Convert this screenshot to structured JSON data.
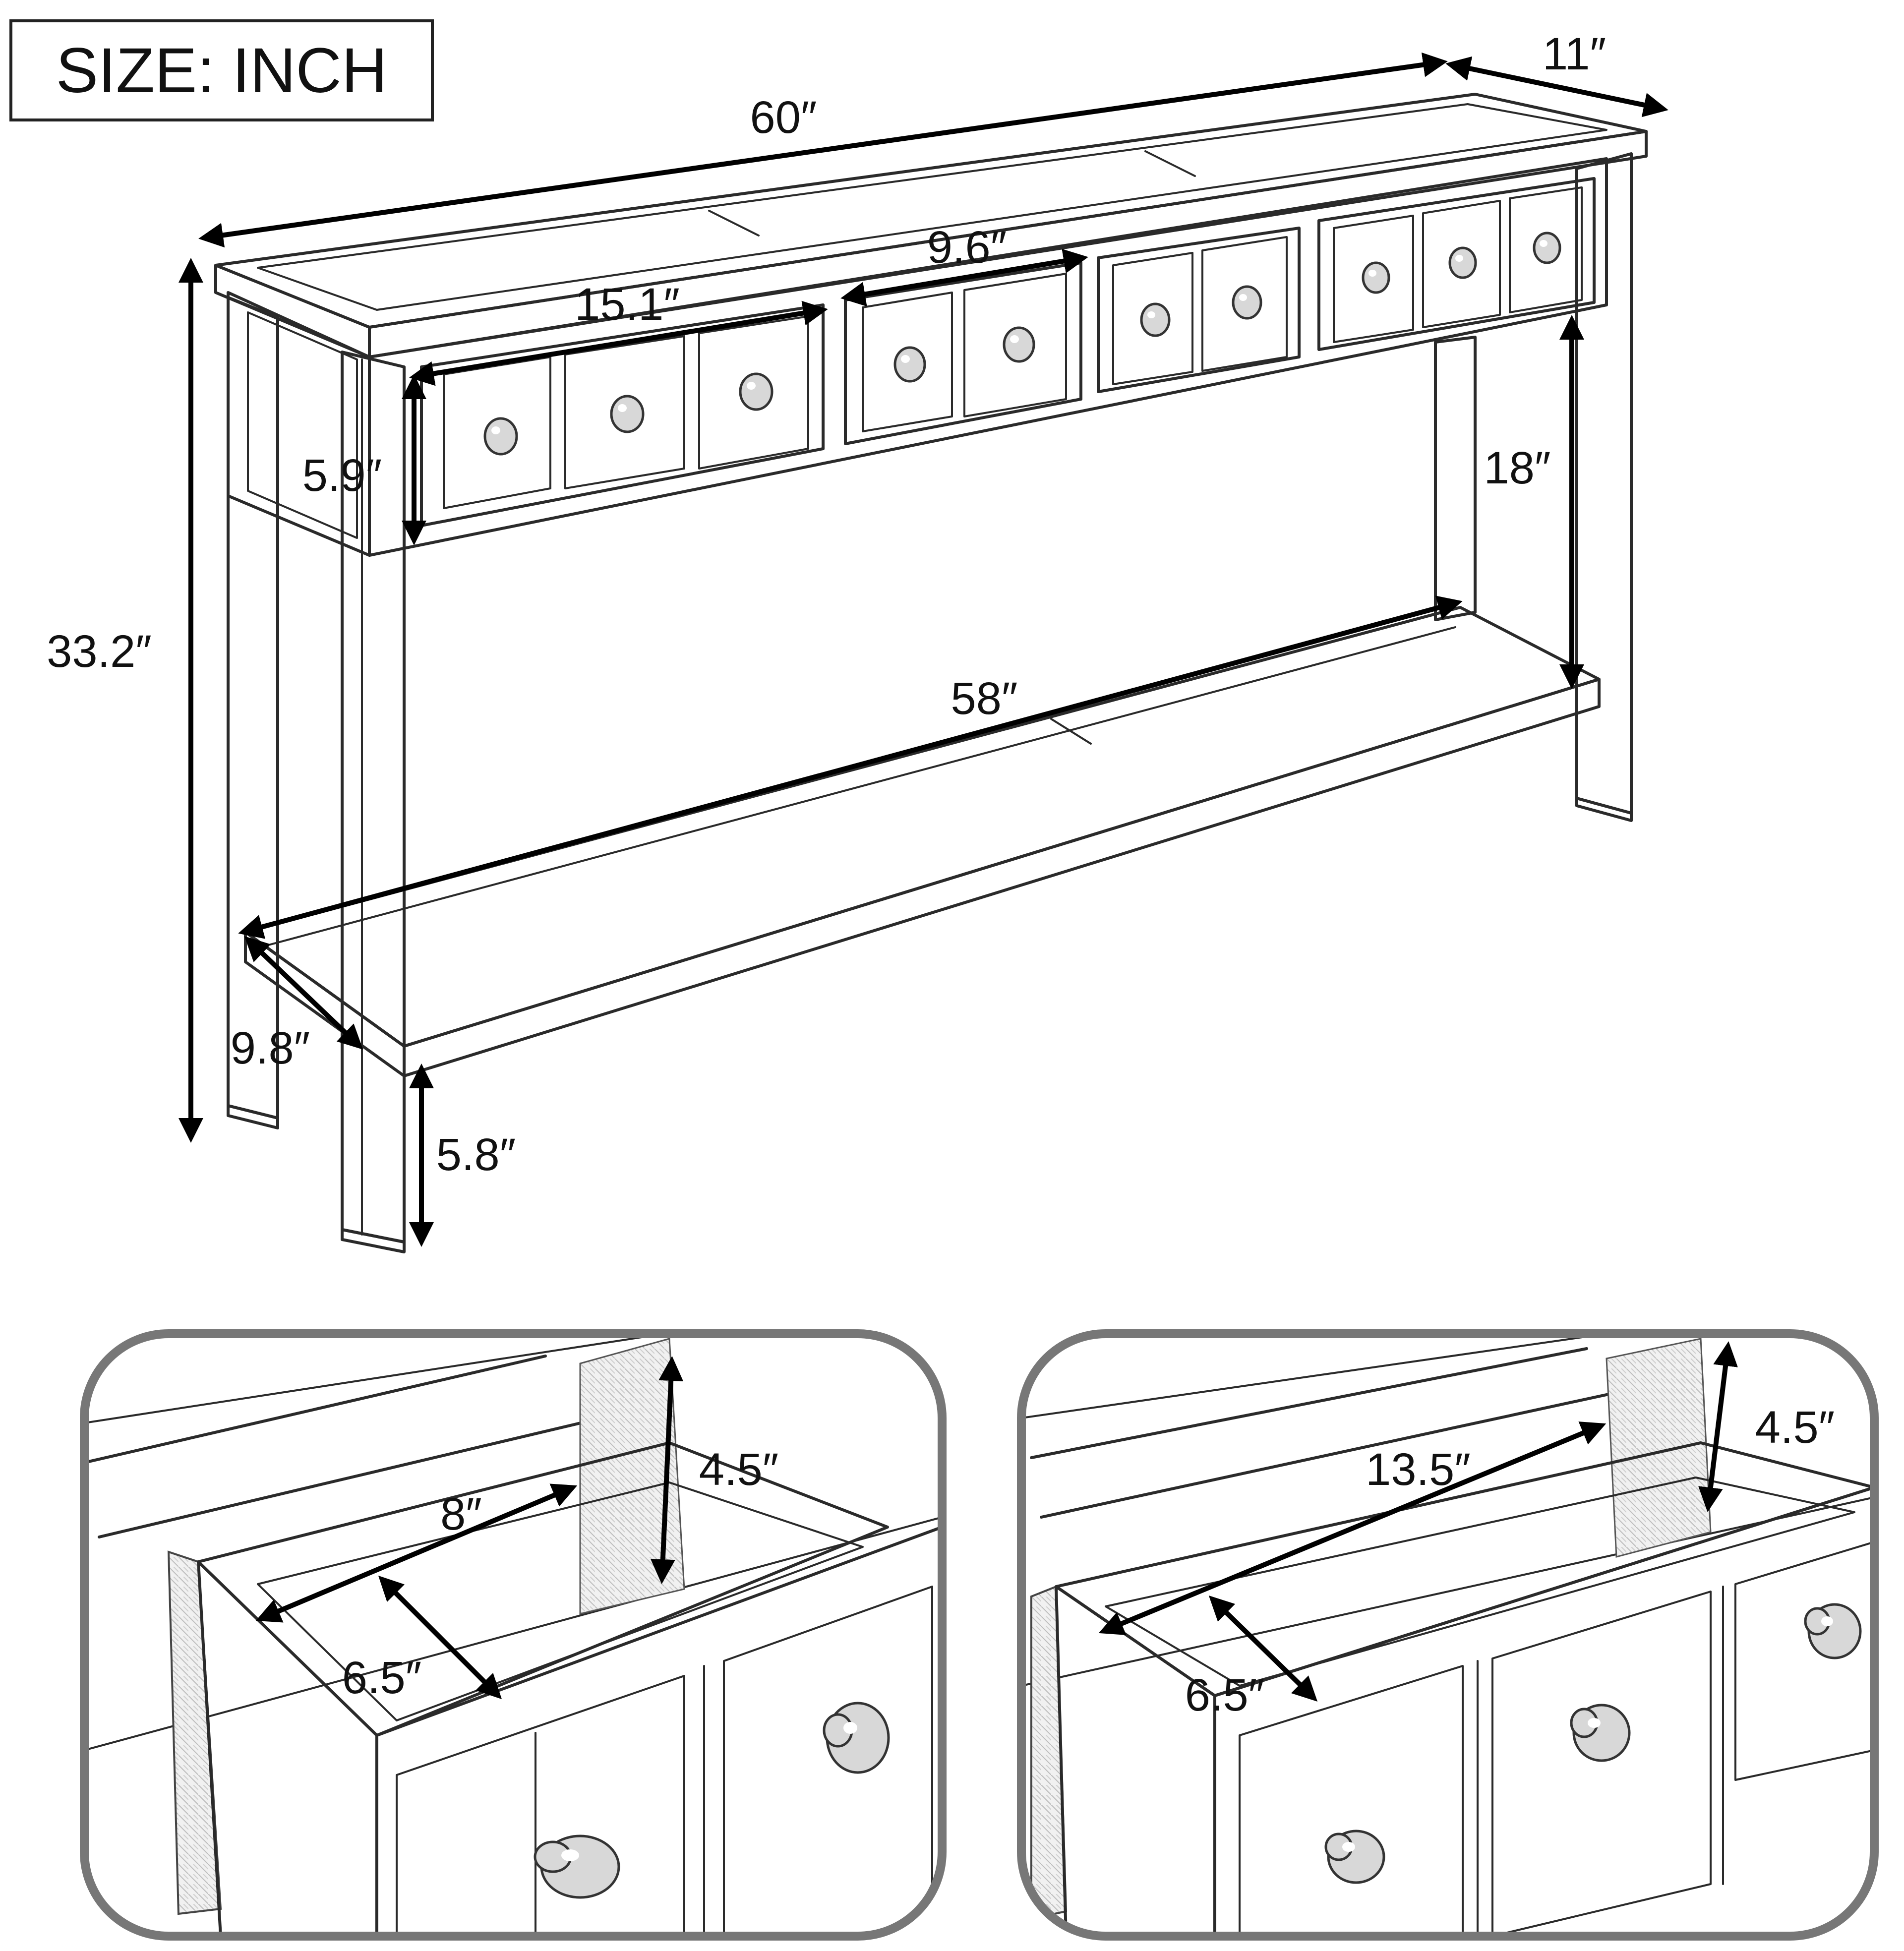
{
  "size_label": "SIZE: INCH",
  "dimensions": {
    "overall_length": "60″",
    "overall_depth": "11″",
    "overall_height": "33.2″",
    "large_drawer_width": "15.1″",
    "small_drawer_width": "9.6″",
    "drawer_height": "5.9″",
    "shelf_clearance": "18″",
    "shelf_length": "58″",
    "shelf_depth": "9.8″",
    "leg_clearance": "5.8″"
  },
  "detail_left": {
    "drawer_inner_width": "8″",
    "drawer_inner_height": "4.5″",
    "drawer_inner_depth": "6.5″"
  },
  "detail_right": {
    "drawer_inner_width": "13.5″",
    "drawer_inner_height": "4.5″",
    "drawer_inner_depth": "6.5″"
  },
  "colors": {
    "line": "#2a2a2a",
    "dimension_arrow": "#000000",
    "panel_border": "#777777",
    "background": "#ffffff"
  }
}
